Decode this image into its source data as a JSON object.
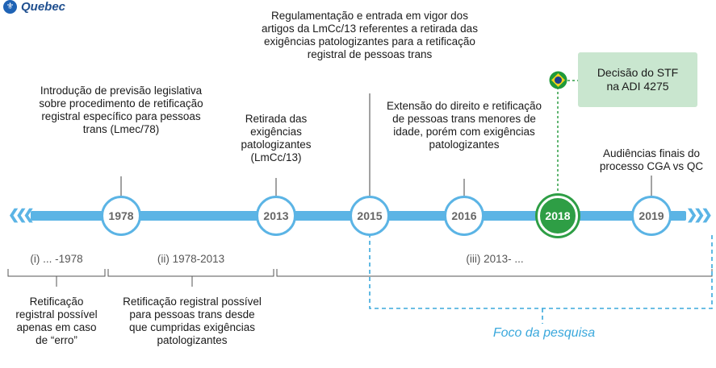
{
  "header": {
    "logo_glyph": "⚜",
    "title": "Quebec"
  },
  "arrows": {
    "left": "❮❮❮",
    "right": "❯❯❯"
  },
  "timeline": {
    "years": [
      "1978",
      "2013",
      "2015",
      "2016",
      "2018",
      "2019"
    ],
    "highlight_year": "2018",
    "events": {
      "e1978": "Introdução de previsão legislativa sobre procedimento de retificação registral específico para pessoas trans (Lmec/78)",
      "e2013": "Retirada das exigências patologizantes (LmCc/13)",
      "e2015": "Regulamentação e entrada em vigor dos artigos da LmCc/13 referentes a retirada das exigências patologizantes para a retificação registral de pessoas trans",
      "e2016": "Extensão do direito e retificação de pessoas trans menores de idade, porém com exigências patologizantes",
      "e2018": "Decisão do STF na ADI 4275",
      "e2019": "Audiências finais do processo CGA vs QC"
    }
  },
  "periods": {
    "p1": {
      "label": "(i) ... -1978",
      "desc": "Retificação registral possível apenas em caso de “erro”"
    },
    "p2": {
      "label": "(ii) 1978-2013",
      "desc": "Retificação registral possível para pessoas trans desde que cumpridas exigências patologizantes"
    },
    "p3": {
      "label": "(iii) 2013- ..."
    }
  },
  "focus_label": "Foco da pesquisa",
  "colors": {
    "bar": "#5bb4e5",
    "highlight": "#2e9e45",
    "stf_box": "#c9e6cf",
    "focus": "#3aa8dc"
  }
}
